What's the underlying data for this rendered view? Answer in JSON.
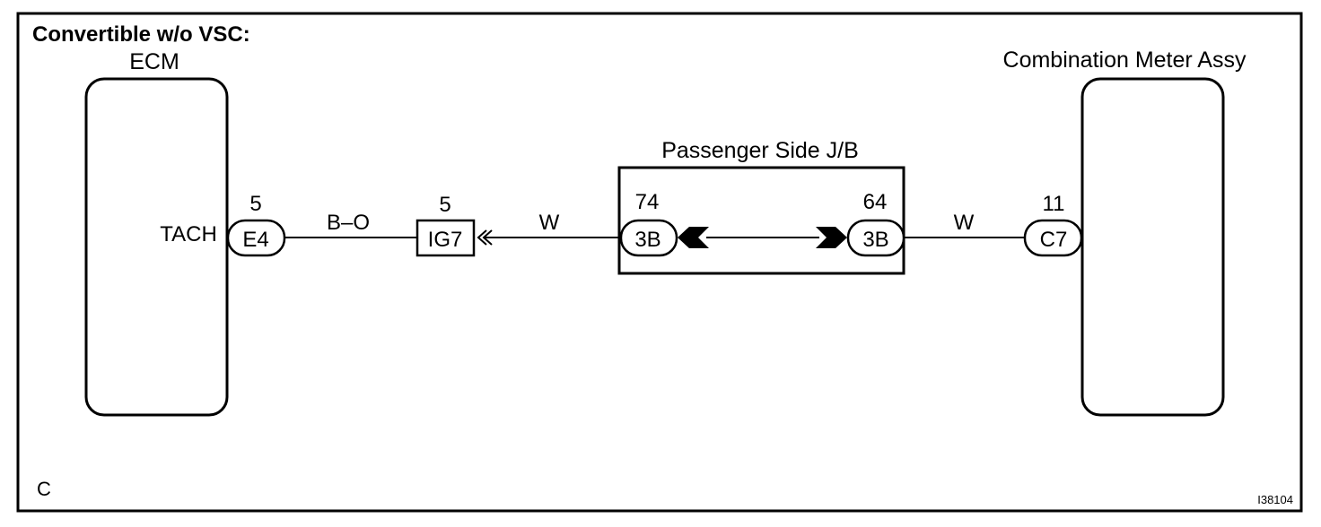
{
  "title": "Convertible w/o VSC:",
  "corner_letter": "C",
  "figure_id": "I38104",
  "components": {
    "ecm": {
      "label": "ECM",
      "pin_name": "TACH"
    },
    "meter": {
      "label": "Combination Meter Assy"
    },
    "junction_box": {
      "label": "Passenger Side J/B"
    }
  },
  "connectors": {
    "e4": {
      "label": "E4",
      "pin": "5"
    },
    "ig7": {
      "label": "IG7",
      "pin": "5"
    },
    "jb_left": {
      "label": "3B",
      "pin": "74"
    },
    "jb_right": {
      "label": "3B",
      "pin": "64"
    },
    "c7": {
      "label": "C7",
      "pin": "11"
    }
  },
  "wires": {
    "ecm_to_ig7": {
      "color": "B–O"
    },
    "ig7_to_jb": {
      "color": "W"
    },
    "jb_to_meter": {
      "color": "W"
    }
  }
}
